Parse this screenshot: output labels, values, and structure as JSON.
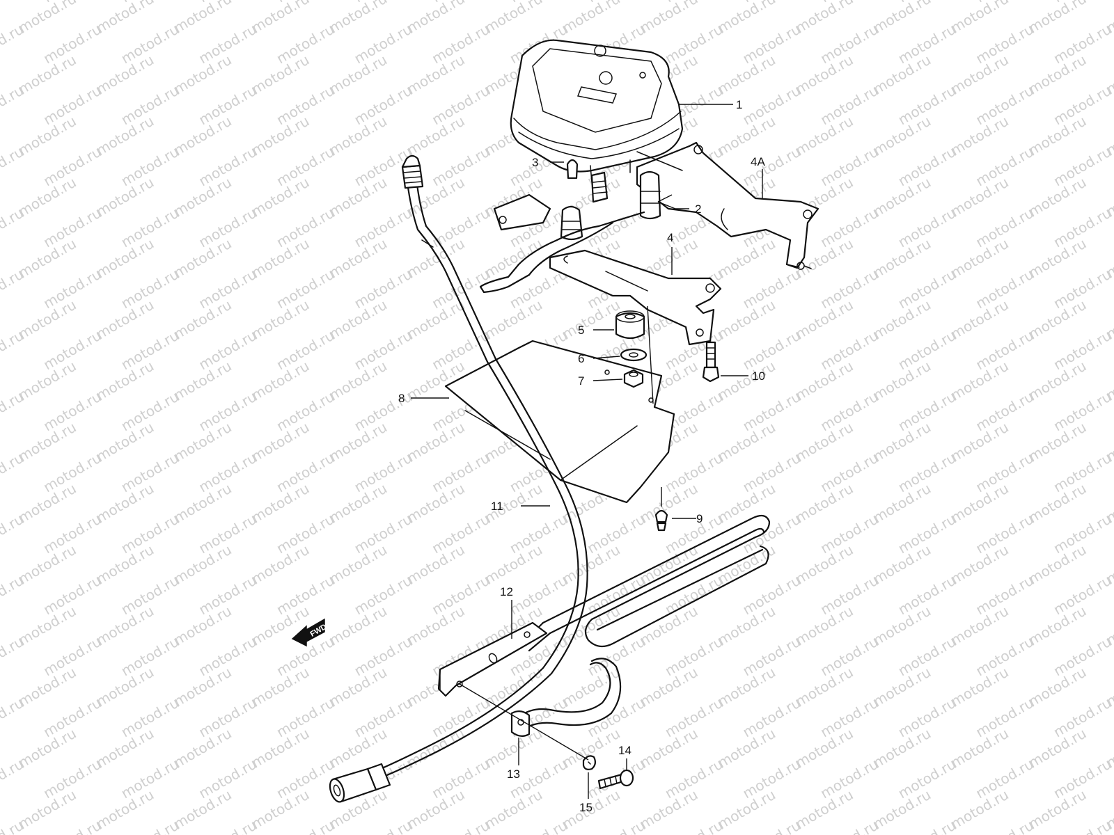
{
  "watermark": "motod.ru",
  "direction_indicator": "FWD",
  "callouts": {
    "c1": "1",
    "c2": "2",
    "c3": "3",
    "c4": "4",
    "c4A": "4A",
    "c5": "5",
    "c6": "6",
    "c7": "7",
    "c8": "8",
    "c9": "9",
    "c10": "10",
    "c11": "11",
    "c12": "12",
    "c13": "13",
    "c14": "14",
    "c15": "15"
  },
  "colors": {
    "line": "#111111",
    "watermark": "#cfcfcf",
    "background": "#ffffff"
  }
}
